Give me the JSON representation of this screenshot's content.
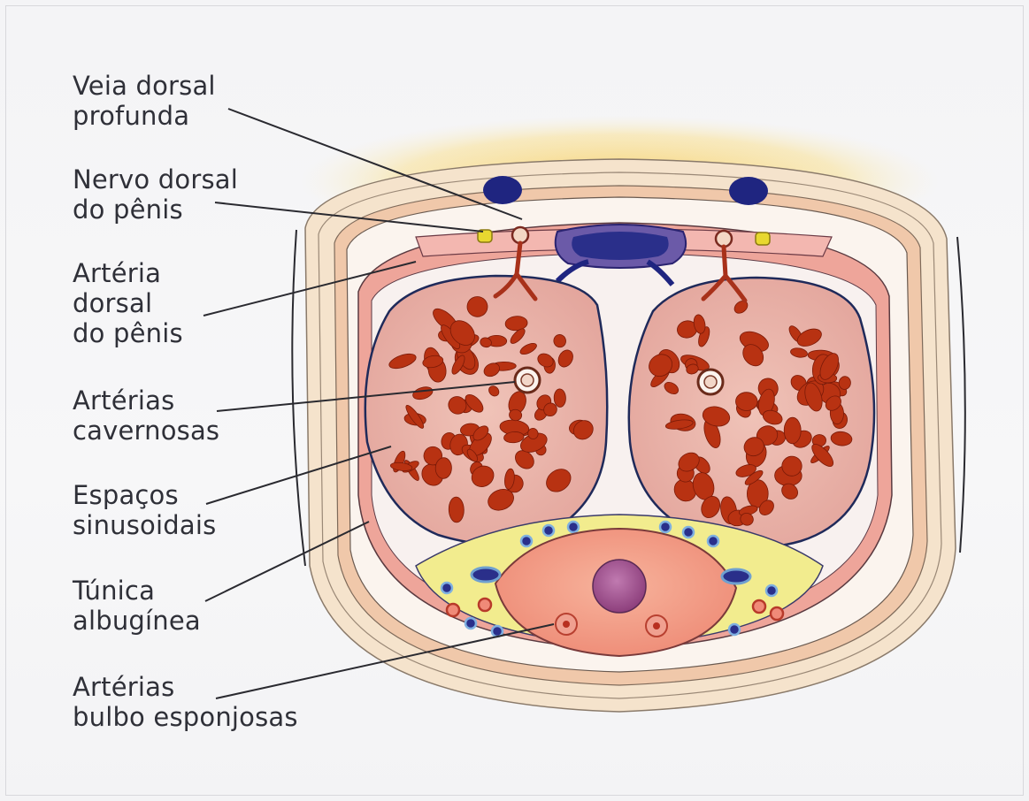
{
  "labels": [
    {
      "key": "veia",
      "lines": [
        "Veia dorsal",
        "profunda"
      ]
    },
    {
      "key": "nervo",
      "lines": [
        "Nervo dorsal",
        "do pênis"
      ]
    },
    {
      "key": "arteria_dorsal",
      "lines": [
        "Artéria",
        "dorsal",
        "do pênis"
      ]
    },
    {
      "key": "arterias_cavernosas",
      "lines": [
        "Artérias",
        "cavernosas"
      ]
    },
    {
      "key": "espacos",
      "lines": [
        "Espaços",
        "sinusoidais"
      ]
    },
    {
      "key": "tunica",
      "lines": [
        "Túnica",
        "albugínea"
      ]
    },
    {
      "key": "bulbo",
      "lines": [
        "Artérias",
        "bulbo esponjosas"
      ]
    }
  ],
  "colors": {
    "skin": "#f2cfa8",
    "fascia": "#e9a893",
    "tunica": "#e8a0a0",
    "sinusoid": "#b83212",
    "cavernous_fill": "#e9b4ad",
    "vein": "#2a2f8a",
    "urethra": "#a2568f",
    "spongiosum": "#e98b7a",
    "yellow_band": "#f1ec8a",
    "halo": "#f7d36a"
  }
}
